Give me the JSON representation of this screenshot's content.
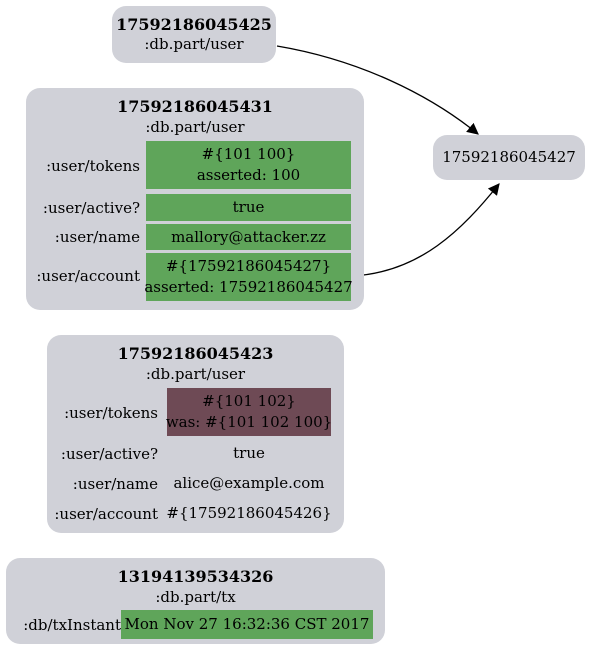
{
  "nodes": {
    "n1": {
      "id": "17592186045425",
      "part": ":db.part/user"
    },
    "target": {
      "id": "17592186045427"
    },
    "n2": {
      "id": "17592186045431",
      "part": ":db.part/user",
      "rows": [
        {
          "attr": ":user/tokens",
          "value": "#{101 100}",
          "note": "asserted: 100"
        },
        {
          "attr": ":user/active?",
          "value": "true"
        },
        {
          "attr": ":user/name",
          "value": "mallory@attacker.zz"
        },
        {
          "attr": ":user/account",
          "value": "#{17592186045427}",
          "note": "asserted: 17592186045427"
        }
      ]
    },
    "n3": {
      "id": "17592186045423",
      "part": ":db.part/user",
      "rows": [
        {
          "attr": ":user/tokens",
          "value": "#{101 102}",
          "note": "was: #{101 102 100}"
        },
        {
          "attr": ":user/active?",
          "value": "true"
        },
        {
          "attr": ":user/name",
          "value": "alice@example.com"
        },
        {
          "attr": ":user/account",
          "value": "#{17592186045426}"
        }
      ]
    },
    "n4": {
      "id": "13194139534326",
      "part": ":db.part/tx",
      "rows": [
        {
          "attr": ":db/txInstant",
          "value": "Mon Nov 27 16:32:36 CST 2017"
        }
      ]
    }
  },
  "colors": {
    "node_fill": "#d0d1d8",
    "asserted": "#5fa55a",
    "retracted": "#6e4a55",
    "edge": "#000000"
  }
}
